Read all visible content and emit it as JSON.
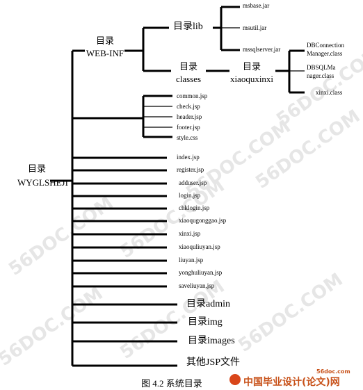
{
  "watermark": "56DOC.COM",
  "root": {
    "line1": "目录",
    "line2": "WYGLSHEJI"
  },
  "webinf": {
    "line1": "目录",
    "line2": "WEB-INF"
  },
  "lib": {
    "label": "目录lib",
    "files": [
      "msbase.jar",
      "msutil.jar",
      "mssqlserver.jar"
    ]
  },
  "classes": {
    "line1": "目录",
    "line2": "classes"
  },
  "xiaoquxinxi": {
    "line1": "目录",
    "line2": "xiaoquxinxi"
  },
  "class_files": {
    "dbconn_1": "DBConnection",
    "dbconn_2": "Manager.class",
    "dbsql_1": "DBSQLMa",
    "dbsql_2": "nager.class",
    "xinxi": "xinxi.class"
  },
  "include_files": [
    "common.jsp",
    "check.jsp",
    "header.jsp",
    "footer.jsp",
    "style.css"
  ],
  "pages": [
    "index.jsp",
    "register.jsp",
    "adduser.jsp",
    "login.jsp",
    "chklogin.jsp",
    "xiaoqugonggao.jsp",
    "xinxi.jsp",
    "xiaoquliuyan.jsp",
    "liuyan.jsp",
    "yonghuliuyan.jsp",
    "saveliuyan.jsp"
  ],
  "dirs": [
    "目录admin",
    "目录img",
    "目录images",
    "其他JSP文件"
  ],
  "caption": "图 4.2 系统目录",
  "logo": {
    "site": "56doc.com",
    "brand": "中国毕业设计(论文)网"
  },
  "colors": {
    "line": "#000000",
    "watermark": "#e6e6e6",
    "logo": "#c8521a"
  }
}
